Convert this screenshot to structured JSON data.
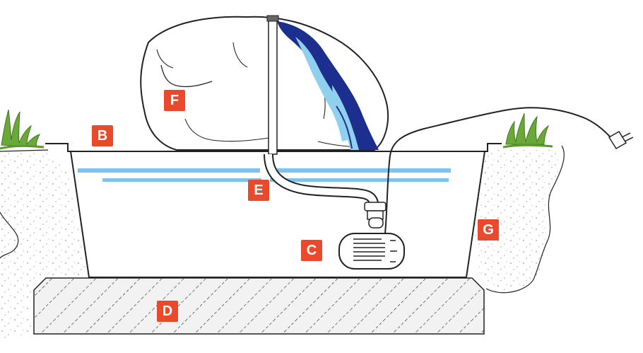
{
  "diagram": {
    "labels": {
      "b": "B",
      "c": "C",
      "d": "D",
      "e": "E",
      "f": "F",
      "g": "G"
    },
    "colors": {
      "label_bg": "#e94a2c",
      "water": "#7dc3ec",
      "dark_blue": "#1c2f8f",
      "light_blue": "#8fd0ef",
      "grass": "#5a9a2c",
      "outline": "#222222",
      "soil_dots": "#9a9a9a",
      "base_fill": "#f2f2f2"
    }
  }
}
